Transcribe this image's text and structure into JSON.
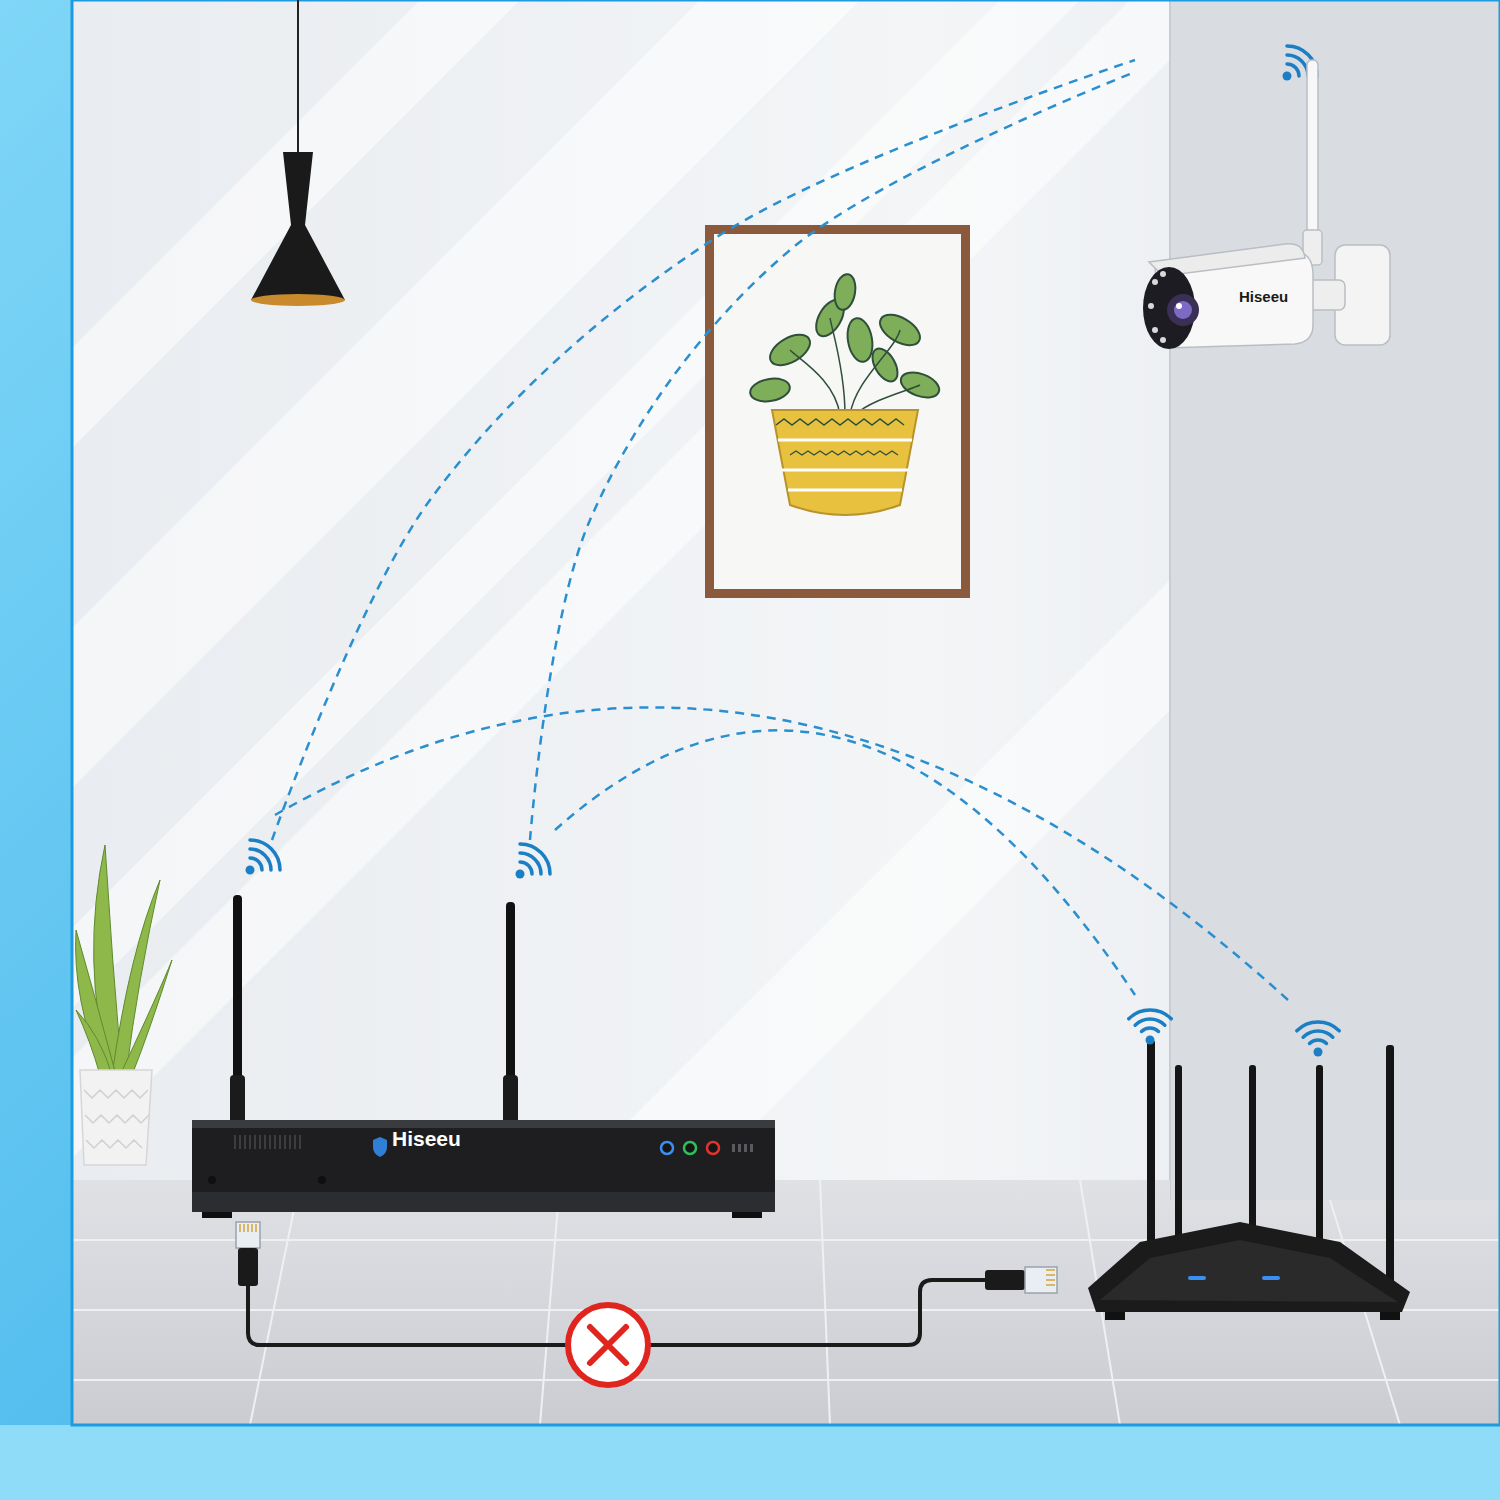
{
  "diagram": {
    "nodes": [
      {
        "text": [
          "Hiseeu"
        ]
      },
      {
        "text": [
          "Hiseeu"
        ]
      }
    ],
    "edges": [
      {
        "from": 1,
        "to": 0,
        "arrow": "none"
      },
      {
        "from": 1,
        "to": 0,
        "arrow": "none"
      }
    ]
  }
}
